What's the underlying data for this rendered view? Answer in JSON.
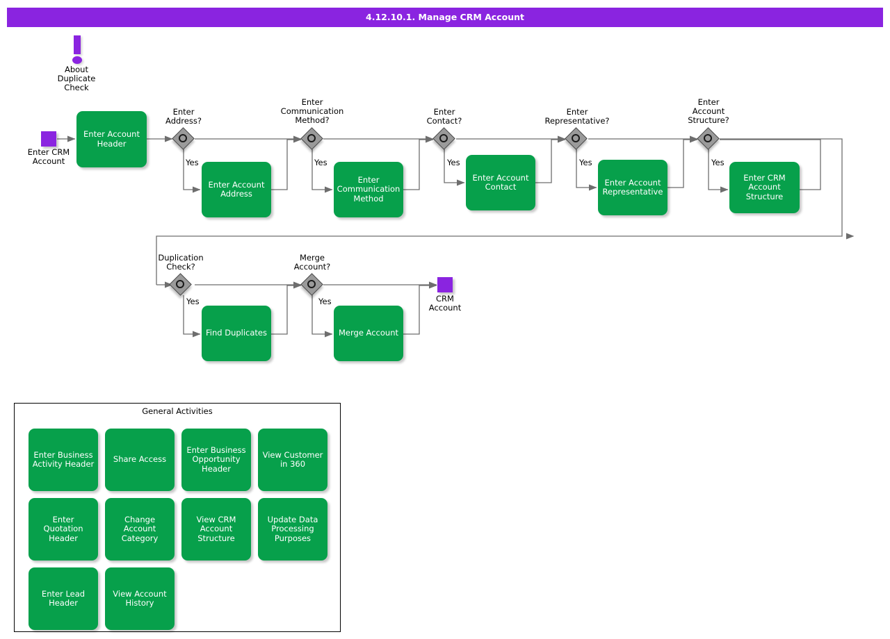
{
  "title": "4.12.10.1. Manage CRM Account",
  "annotation": {
    "icon": "exclamation-note-icon",
    "label": "About\nDuplicate\nCheck"
  },
  "events": [
    {
      "id": "start",
      "name": "start-event",
      "label": "Enter CRM\nAccount"
    },
    {
      "id": "end",
      "name": "end-event",
      "label": "CRM\nAccount"
    }
  ],
  "gateways": [
    {
      "id": "gw-address",
      "label": "Enter\nAddress?",
      "branch_label": "Yes"
    },
    {
      "id": "gw-communication",
      "label": "Enter\nCommunication\nMethod?",
      "branch_label": "Yes"
    },
    {
      "id": "gw-contact",
      "label": "Enter\nContact?",
      "branch_label": "Yes"
    },
    {
      "id": "gw-representative",
      "label": "Enter\nRepresentative?",
      "branch_label": "Yes"
    },
    {
      "id": "gw-structure",
      "label": "Enter\nAccount\nStructure?",
      "branch_label": "Yes"
    },
    {
      "id": "gw-duplication",
      "label": "Duplication\nCheck?",
      "branch_label": "Yes"
    },
    {
      "id": "gw-merge",
      "label": "Merge\nAccount?",
      "branch_label": "Yes"
    }
  ],
  "tasks": [
    {
      "id": "t-header",
      "label": "Enter Account\nHeader"
    },
    {
      "id": "t-address",
      "label": "Enter Account\nAddress"
    },
    {
      "id": "t-communication",
      "label": "Enter\nCommunication\nMethod"
    },
    {
      "id": "t-contact",
      "label": "Enter Account\nContact"
    },
    {
      "id": "t-representative",
      "label": "Enter Account\nRepresentative"
    },
    {
      "id": "t-structure",
      "label": "Enter CRM\nAccount\nStructure"
    },
    {
      "id": "t-find-duplicates",
      "label": "Find Duplicates"
    },
    {
      "id": "t-merge-account",
      "label": "Merge Account"
    }
  ],
  "general_activities": {
    "title": "General Activities",
    "rows": [
      [
        {
          "label": "Enter Business\nActivity Header"
        },
        {
          "label": "Share Access"
        },
        {
          "label": "Enter Business\nOpportunity\nHeader"
        },
        {
          "label": "View Customer\nin 360"
        }
      ],
      [
        {
          "label": "Enter Quotation\nHeader"
        },
        {
          "label": "Change Account\nCategory"
        },
        {
          "label": "View CRM\nAccount\nStructure"
        },
        {
          "label": "Update Data\nProcessing\nPurposes"
        }
      ],
      [
        {
          "label": "Enter Lead\nHeader"
        },
        {
          "label": "View Account\nHistory"
        }
      ]
    ]
  },
  "colors": {
    "title_bar": "#8A24E0",
    "task_green": "#07A04B",
    "event_purple": "#8A24E0",
    "gateway_gray": "#9A9A9A",
    "connector": "#6E6E6E"
  }
}
